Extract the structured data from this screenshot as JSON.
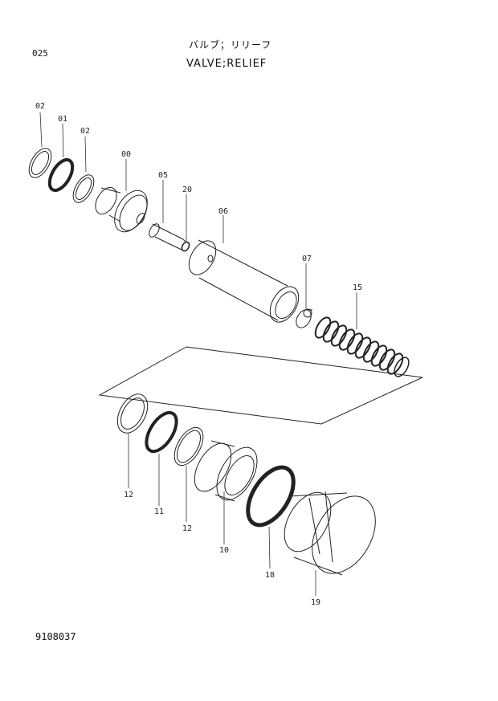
{
  "header": {
    "page_no": "025",
    "title_jp": "バルブ；リリーフ",
    "title_en": "VALVE;RELIEF"
  },
  "footer": {
    "doc_code": "9108037"
  },
  "parts": [
    {
      "no": "02"
    },
    {
      "no": "01"
    },
    {
      "no": "02"
    },
    {
      "no": "00"
    },
    {
      "no": "05"
    },
    {
      "no": "20"
    },
    {
      "no": "06"
    },
    {
      "no": "07"
    },
    {
      "no": "15"
    },
    {
      "no": "12"
    },
    {
      "no": "11"
    },
    {
      "no": "12"
    },
    {
      "no": "10"
    },
    {
      "no": "18"
    },
    {
      "no": "19"
    }
  ]
}
